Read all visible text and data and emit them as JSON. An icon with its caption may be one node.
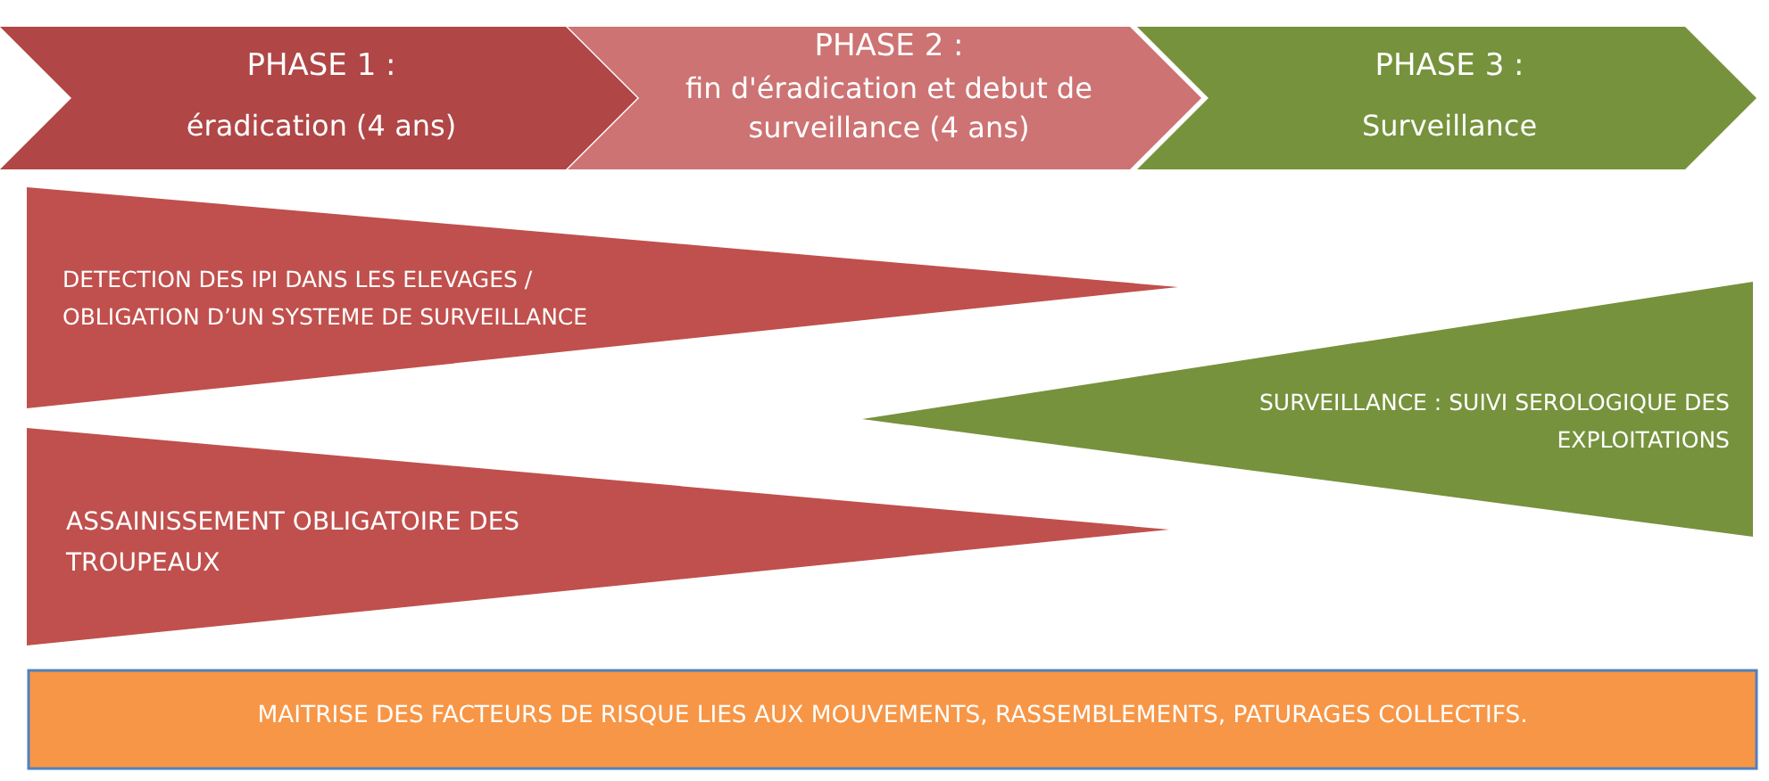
{
  "diagram": {
    "nodes": [
      {
        "text": [
          "PHASE 1 :",
          "éradication (4 ans)"
        ]
      },
      {
        "text": [
          "PHASE 2 :",
          "fin d'éradication et debut de surveillance (4 ans)"
        ]
      },
      {
        "text": [
          "PHASE 3 :",
          "Surveillance"
        ]
      },
      {
        "text": [
          "DETECTION DES IPI DANS LES ELEVAGES / OBLIGATION D’UN SYSTEME DE SURVEILLANCE"
        ]
      },
      {
        "text": [
          "SURVEILLANCE : SUIVI SEROLOGIQUE DES EXPLOITATIONS"
        ]
      },
      {
        "text": [
          "ASSAINISSEMENT OBLIGATOIRE DES TROUPEAUX"
        ]
      },
      {
        "text": [
          "MAITRISE DES FACTEURS DE RISQUE LIES AUX MOUVEMENTS, RASSEMBLEMENTS, PATURAGES COLLECTIFS."
        ]
      }
    ]
  }
}
